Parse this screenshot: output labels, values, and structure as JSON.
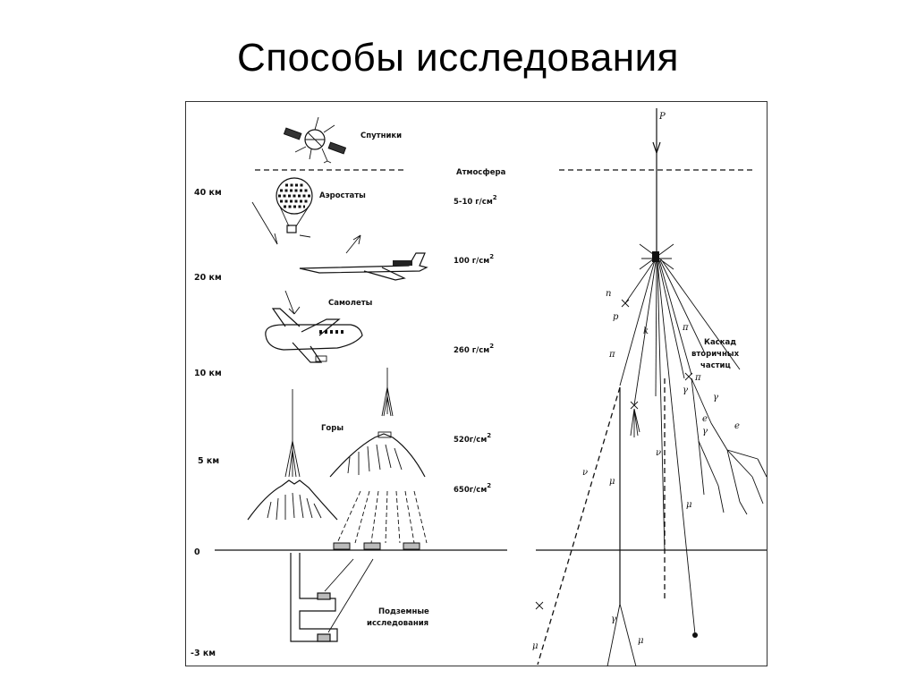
{
  "slide": {
    "title": "Способы исследования"
  },
  "diagram": {
    "altitude_labels": [
      "40 км",
      "20 км",
      "10 км",
      "5 км",
      "0",
      "-3 км"
    ],
    "methods": {
      "satellites": "Спутники",
      "atmosphere": "Атмосфера",
      "balloons": "Аэростаты",
      "planes": "Самолеты",
      "mountains": "Горы",
      "underground_line1": "Подземные",
      "underground_line2": "исследования"
    },
    "depths": [
      {
        "value": "5-10 г/см",
        "exp": "2"
      },
      {
        "value": "100 г/см",
        "exp": "2"
      },
      {
        "value": "260 г/см",
        "exp": "2"
      },
      {
        "value": "520г/см",
        "exp": "2"
      },
      {
        "value": "650г/см",
        "exp": "2"
      }
    ],
    "cascade": {
      "primary": "P",
      "label_line1": "Каскад",
      "label_line2": "вторичных",
      "label_line3": "частиц",
      "particles": {
        "n": "n",
        "p": "p",
        "k": "k",
        "pi_plus": "π",
        "pi_plus2": "π",
        "pi0": "π",
        "gamma1": "γ",
        "gamma2": "γ",
        "gamma3": "γ",
        "gamma4": "γ",
        "e_minus": "e",
        "e_plus": "e",
        "nu1": "ν",
        "nu2": "ν",
        "mu1": "μ",
        "mu2": "μ",
        "mu3": "μ",
        "mu4": "μ"
      }
    }
  }
}
